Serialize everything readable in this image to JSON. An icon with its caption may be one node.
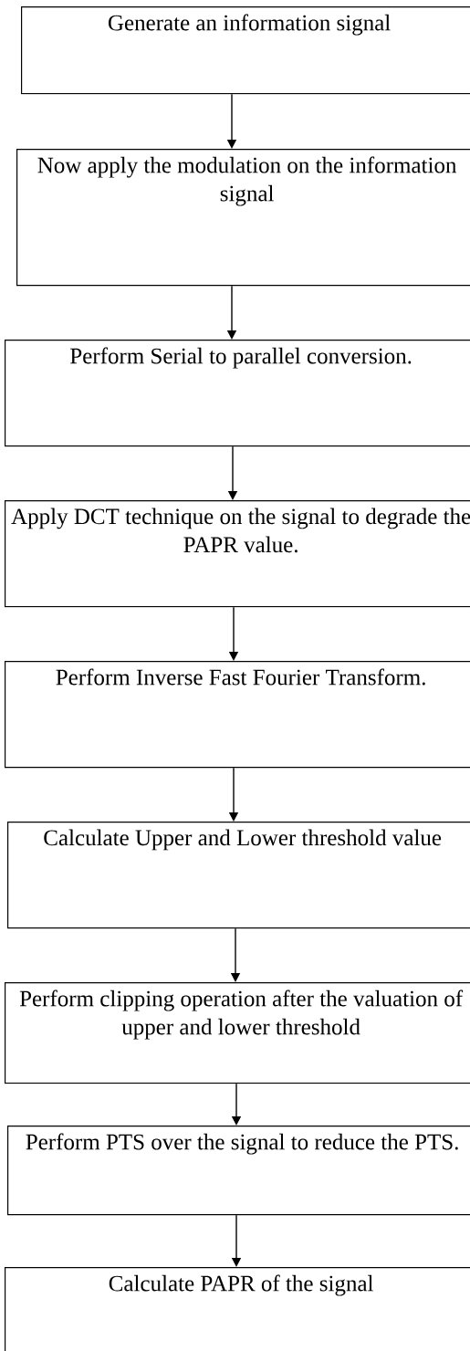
{
  "diagram": {
    "nodes": [
      {
        "text": [
          "Generate an information signal"
        ]
      },
      {
        "text": [
          "Now apply the modulation on the information signal"
        ]
      },
      {
        "text": [
          "Perform Serial to parallel conversion."
        ]
      },
      {
        "text": [
          "Apply DCT technique on the signal to degrade the PAPR value."
        ]
      },
      {
        "text": [
          "Perform Inverse Fast Fourier Transform."
        ]
      },
      {
        "text": [
          "Calculate Upper and Lower threshold value"
        ]
      },
      {
        "text": [
          "Perform clipping operation after the valuation of upper and lower threshold"
        ]
      },
      {
        "text": [
          "Perform PTS over the signal to reduce the PTS."
        ]
      },
      {
        "text": [
          "Calculate PAPR of the signal"
        ]
      }
    ],
    "edges": [
      {
        "from": 0,
        "to": 1,
        "arrow": "to"
      },
      {
        "from": 1,
        "to": 2,
        "arrow": "to"
      },
      {
        "from": 2,
        "to": 3,
        "arrow": "to"
      },
      {
        "from": 3,
        "to": 4,
        "arrow": "to"
      },
      {
        "from": 4,
        "to": 5,
        "arrow": "to"
      },
      {
        "from": 5,
        "to": 6,
        "arrow": "to"
      },
      {
        "from": 6,
        "to": 7,
        "arrow": "to"
      },
      {
        "from": 7,
        "to": 8,
        "arrow": "to"
      }
    ]
  }
}
